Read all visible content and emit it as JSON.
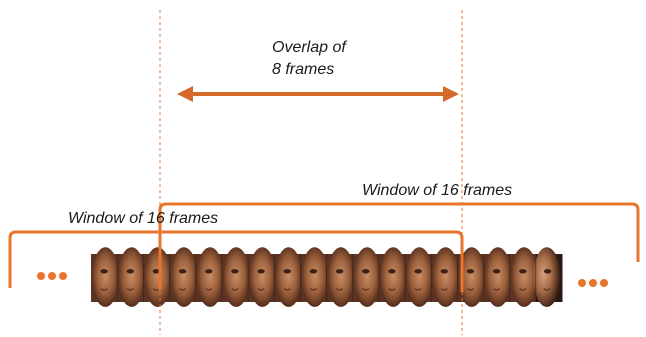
{
  "overlap_label": {
    "line1": "Overlap of",
    "line2": "8 frames"
  },
  "window_upper_label": "Window of 16 frames",
  "window_lower_label": "Window of 16 frames",
  "frame_strip": {
    "frame_count": 18
  },
  "colors": {
    "accent": "#e9742b",
    "arrow": "#d4692a",
    "guide": "#e9742b",
    "skin": "#a9714c",
    "background": "#ffffff"
  },
  "icons": [
    "ellipsis-left-icon",
    "ellipsis-right-icon",
    "double-arrow-icon"
  ]
}
